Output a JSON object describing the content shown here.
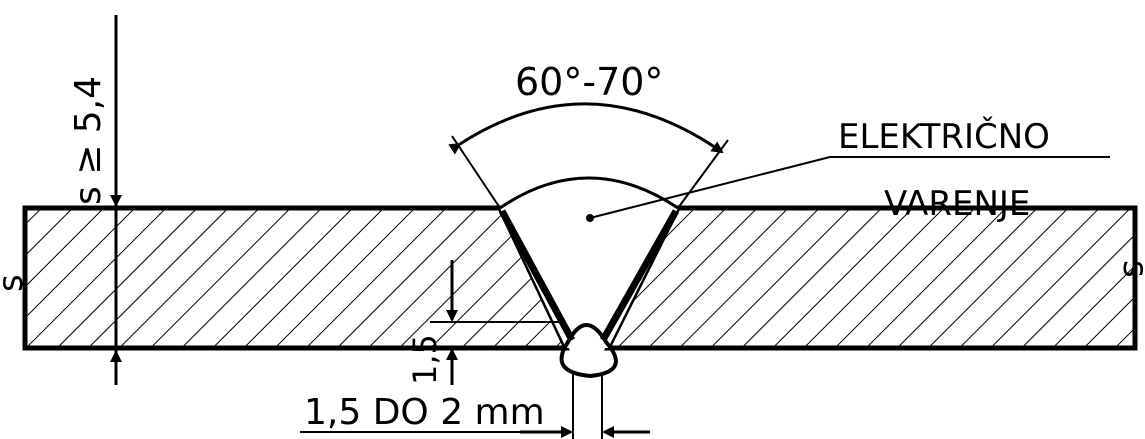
{
  "labels": {
    "angle": "60°-70°",
    "process_line1": "ELEKTRIČNO",
    "process_line2": "VARENJE",
    "thickness_condition": "s ≥ 5,4",
    "thickness_left": "s",
    "thickness_right": "s",
    "root_face": "1,5",
    "root_gap": "1,5 DO 2 mm"
  },
  "colors": {
    "ink": "#000000",
    "background": "#ffffff"
  }
}
